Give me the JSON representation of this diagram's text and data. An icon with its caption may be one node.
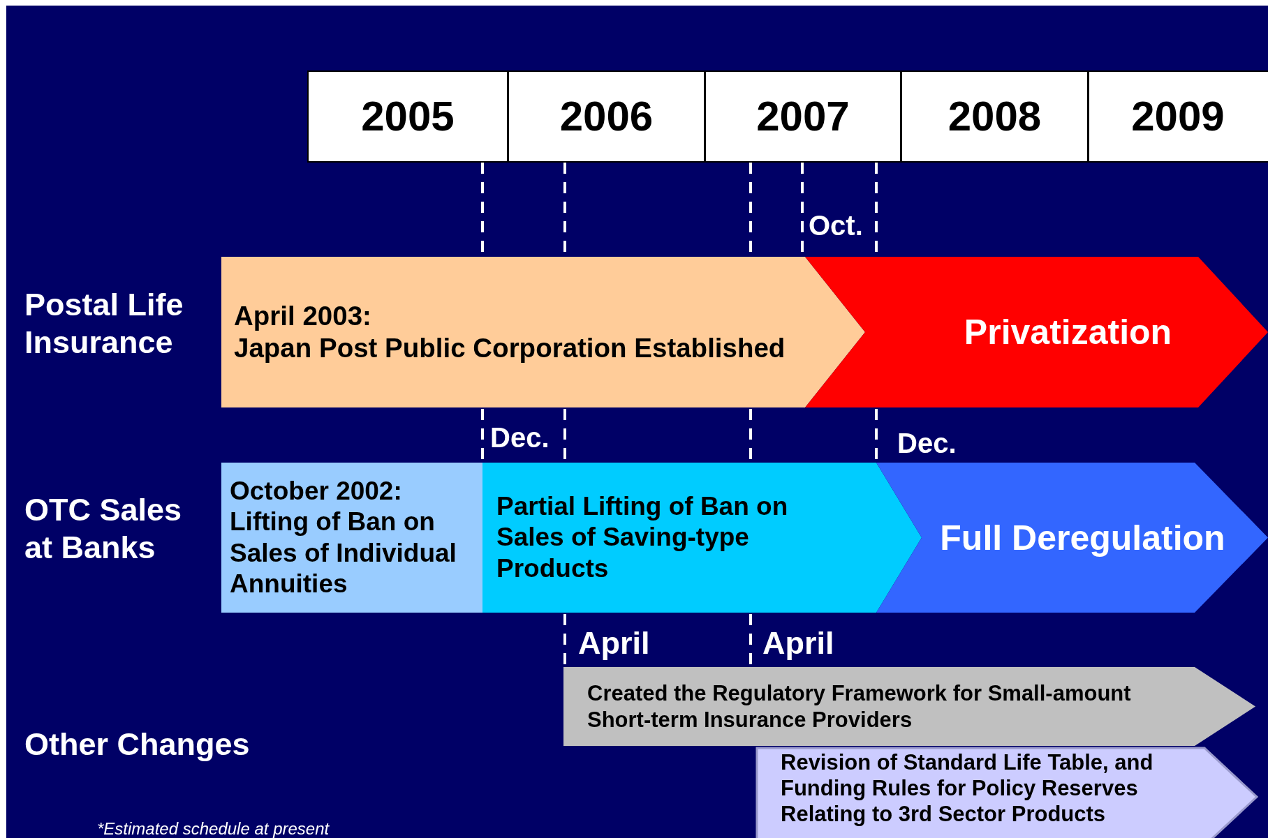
{
  "diagram": {
    "nodes": [
      {
        "text": [
          "2005"
        ]
      },
      {
        "text": [
          "2006"
        ]
      },
      {
        "text": [
          "2007"
        ]
      },
      {
        "text": [
          "2008"
        ]
      },
      {
        "text": [
          "2009"
        ]
      },
      {
        "text": [
          "April 2003:",
          "Japan Post Public Corporation Established"
        ]
      },
      {
        "text": [
          "Privatization"
        ]
      },
      {
        "text": [
          "October 2002:",
          "Lifting of Ban on Sales of Individual Annuities"
        ]
      },
      {
        "text": [
          "Partial Lifting of Ban on Sales of Saving-type Products"
        ]
      },
      {
        "text": [
          "Full Deregulation"
        ]
      },
      {
        "text": [
          "Created the Regulatory Framework for Small-amount Short-term Insurance Providers"
        ]
      },
      {
        "text": [
          "Revision of Standard Life Table, and Funding Rules for Policy Reserves Relating to 3rd Sector Products"
        ]
      }
    ],
    "labels": [
      "Oct.",
      "Postal Life Insurance",
      "Dec.",
      "Dec.",
      "OTC Sales at Banks",
      "April",
      "April",
      "Other Changes",
      "*Estimated schedule at present"
    ]
  }
}
